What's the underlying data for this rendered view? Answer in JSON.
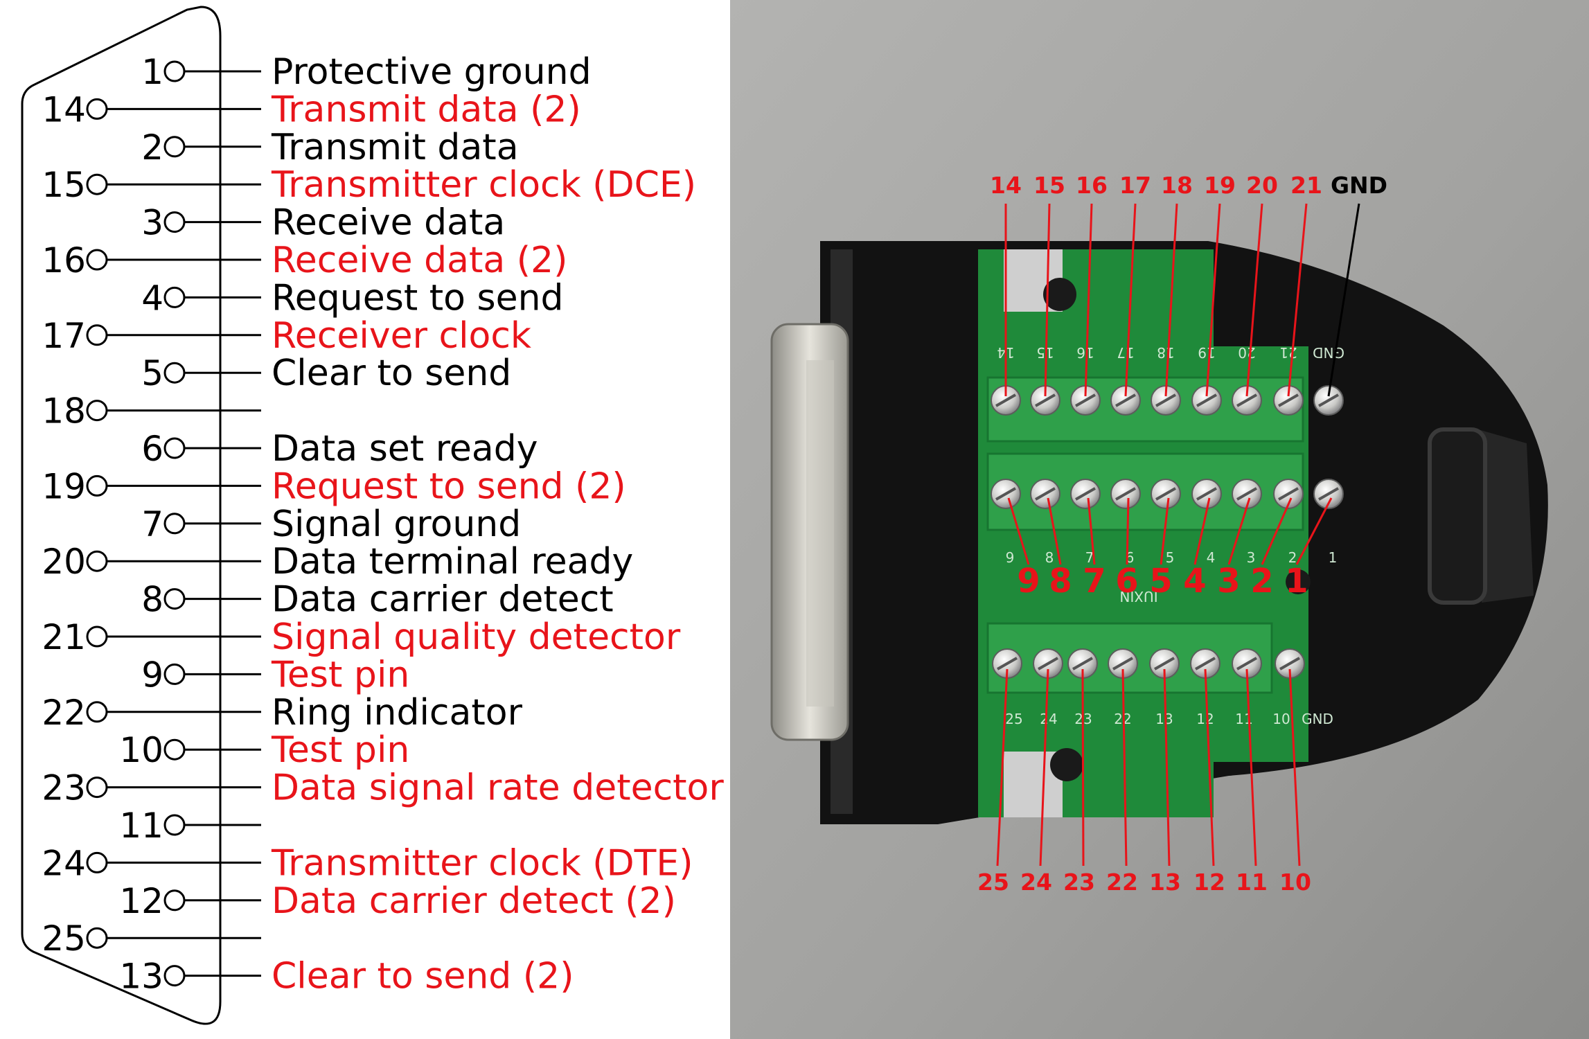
{
  "colors": {
    "standard": "#000000",
    "secondary": "#e8141a",
    "gnd": "#000000",
    "pcb": "#1f8a3a",
    "terminal": "#2fa04a",
    "housing": "#111111",
    "photo_bg": "#a8a8a6"
  },
  "pinout": [
    {
      "pin": "1",
      "label": "Protective ground",
      "secondary": false
    },
    {
      "pin": "14",
      "label": "Transmit data (2)",
      "secondary": true
    },
    {
      "pin": "2",
      "label": "Transmit data",
      "secondary": false
    },
    {
      "pin": "15",
      "label": "Transmitter clock (DCE)",
      "secondary": true
    },
    {
      "pin": "3",
      "label": "Receive data",
      "secondary": false
    },
    {
      "pin": "16",
      "label": "Receive data (2)",
      "secondary": true
    },
    {
      "pin": "4",
      "label": "Request to send",
      "secondary": false
    },
    {
      "pin": "17",
      "label": "Receiver clock",
      "secondary": true
    },
    {
      "pin": "5",
      "label": "Clear to send",
      "secondary": false
    },
    {
      "pin": "18",
      "label": "",
      "secondary": false
    },
    {
      "pin": "6",
      "label": "Data set ready",
      "secondary": false
    },
    {
      "pin": "19",
      "label": "Request to send (2)",
      "secondary": true
    },
    {
      "pin": "7",
      "label": "Signal ground",
      "secondary": false
    },
    {
      "pin": "20",
      "label": "Data terminal ready",
      "secondary": false
    },
    {
      "pin": "8",
      "label": "Data carrier detect",
      "secondary": false
    },
    {
      "pin": "21",
      "label": "Signal quality detector",
      "secondary": true
    },
    {
      "pin": "9",
      "label": "Test pin",
      "secondary": true
    },
    {
      "pin": "22",
      "label": "Ring indicator",
      "secondary": false
    },
    {
      "pin": "10",
      "label": "Test pin",
      "secondary": true
    },
    {
      "pin": "23",
      "label": "Data signal rate detector",
      "secondary": true
    },
    {
      "pin": "11",
      "label": "",
      "secondary": false
    },
    {
      "pin": "24",
      "label": "Transmitter clock (DTE)",
      "secondary": true
    },
    {
      "pin": "12",
      "label": "Data carrier detect (2)",
      "secondary": true
    },
    {
      "pin": "25",
      "label": "",
      "secondary": false
    },
    {
      "pin": "13",
      "label": "Clear to send (2)",
      "secondary": true
    }
  ],
  "board": {
    "top_callouts": [
      "14",
      "15",
      "16",
      "17",
      "18",
      "19",
      "20",
      "21",
      "GND"
    ],
    "middle_callouts": [
      "9",
      "8",
      "7",
      "6",
      "5",
      "4",
      "3",
      "2",
      "1"
    ],
    "bottom_callouts": [
      "25",
      "24",
      "23",
      "22",
      "13",
      "12",
      "11",
      "10"
    ],
    "top_silk": [
      "14",
      "15",
      "16",
      "17",
      "18",
      "19",
      "20",
      "21",
      "GND"
    ],
    "middle_silk": [
      "9",
      "8",
      "7",
      "6",
      "5",
      "4",
      "3",
      "2",
      "1"
    ],
    "bottom_silk": [
      "25",
      "24",
      "23",
      "22",
      "13",
      "12",
      "11",
      "10",
      "GND"
    ],
    "brand": "JUXIN"
  }
}
